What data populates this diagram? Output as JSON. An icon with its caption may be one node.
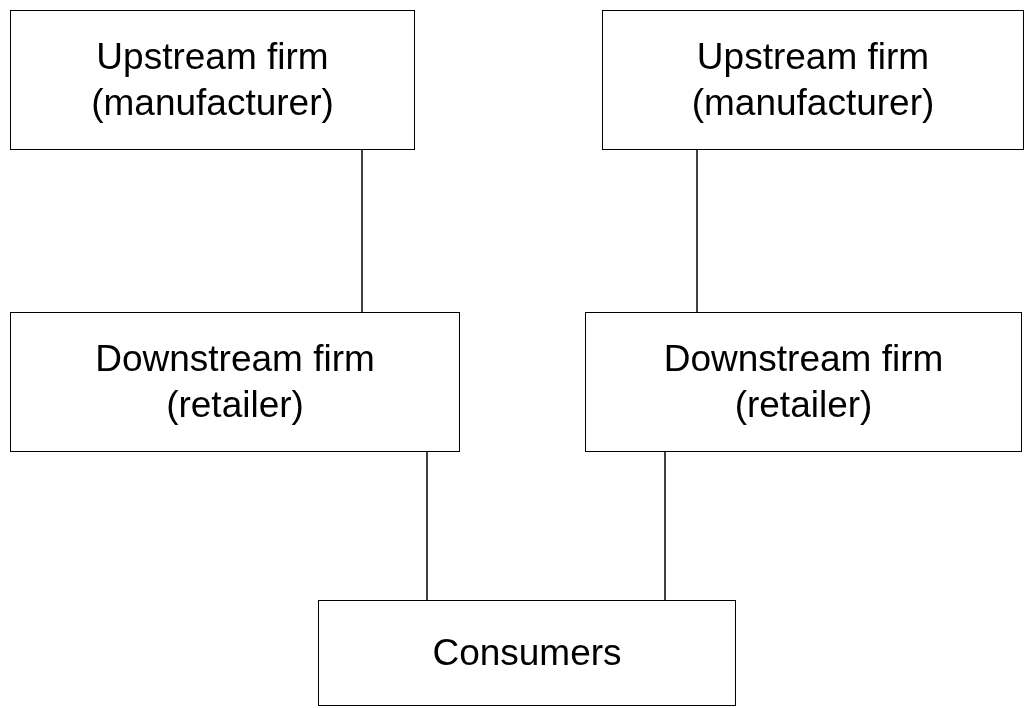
{
  "diagram": {
    "nodes": [
      {
        "text": [
          "Upstream firm (manufacturer)"
        ]
      },
      {
        "text": [
          "Upstream firm (manufacturer)"
        ]
      },
      {
        "text": [
          "Downstream firm (retailer)"
        ]
      },
      {
        "text": [
          "Downstream firm (retailer)"
        ]
      },
      {
        "text": [
          "Consumers"
        ]
      }
    ],
    "edges": [
      {
        "from": 0,
        "to": 2,
        "arrow": "none"
      },
      {
        "from": 1,
        "to": 3,
        "arrow": "none"
      },
      {
        "from": 2,
        "to": 4,
        "arrow": "none"
      },
      {
        "from": 3,
        "to": 4,
        "arrow": "none"
      }
    ]
  }
}
